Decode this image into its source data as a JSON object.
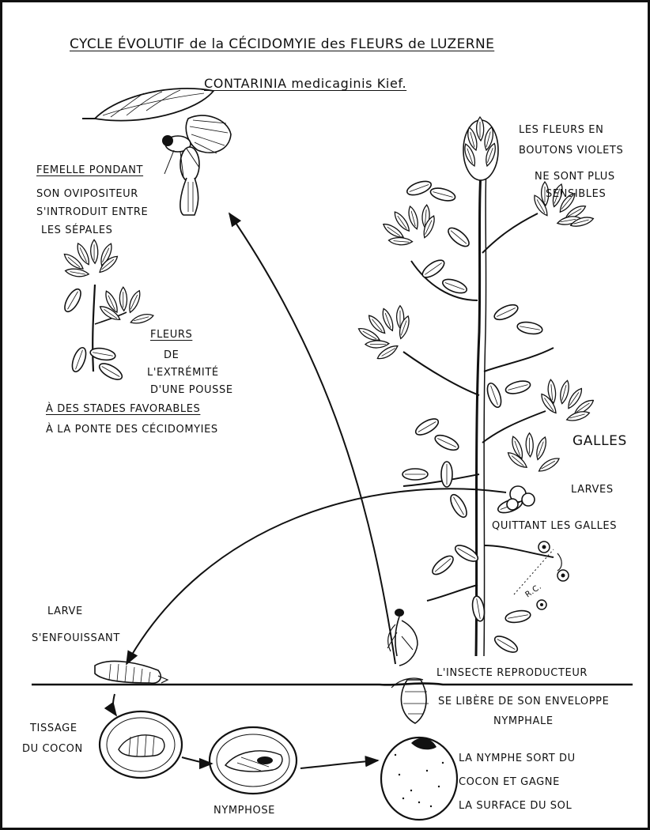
{
  "title": "CYCLE ÉVOLUTIF de la CÉCIDOMYIE des FLEURS de LUZERNE",
  "subtitle": "CONTARINIA medicaginis Kief.",
  "labels": {
    "femelle_pondant": "FEMELLE PONDANT",
    "oviposition_1": "SON OVIPOSITEUR",
    "oviposition_2": "S'INTRODUIT ENTRE",
    "oviposition_3": "LES SÉPALES",
    "fleurs": "FLEURS",
    "de": "DE",
    "extremite": "L'EXTRÉMITÉ",
    "pousse": "D'UNE POUSSE",
    "stades": "À DES STADES FAVORABLES",
    "ponte": "À LA PONTE DES CÉCIDOMYIES",
    "violets_1": "LES FLEURS EN",
    "violets_2": "BOUTONS VIOLETS",
    "violets_3": "NE SONT PLUS",
    "violets_4": "SENSIBLES",
    "galles": "GALLES",
    "larves": "LARVES",
    "quittant": "QUITTANT LES GALLES",
    "larve": "LARVE",
    "enfouissant": "S'ENFOUISSANT",
    "insecte": "L'INSECTE REPRODUCTEUR",
    "libere": "SE LIBÈRE DE SON ENVELOPPE",
    "nymphale": "NYMPHALE",
    "tissage_1": "TISSAGE",
    "tissage_2": "DU COCON",
    "nymphose": "NYMPHOSE",
    "sort_1": "LA NYMPHE SORT DU",
    "sort_2": "COCON ET GAGNE",
    "sort_3": "LA SURFACE DU SOL",
    "signature": "R.C."
  }
}
